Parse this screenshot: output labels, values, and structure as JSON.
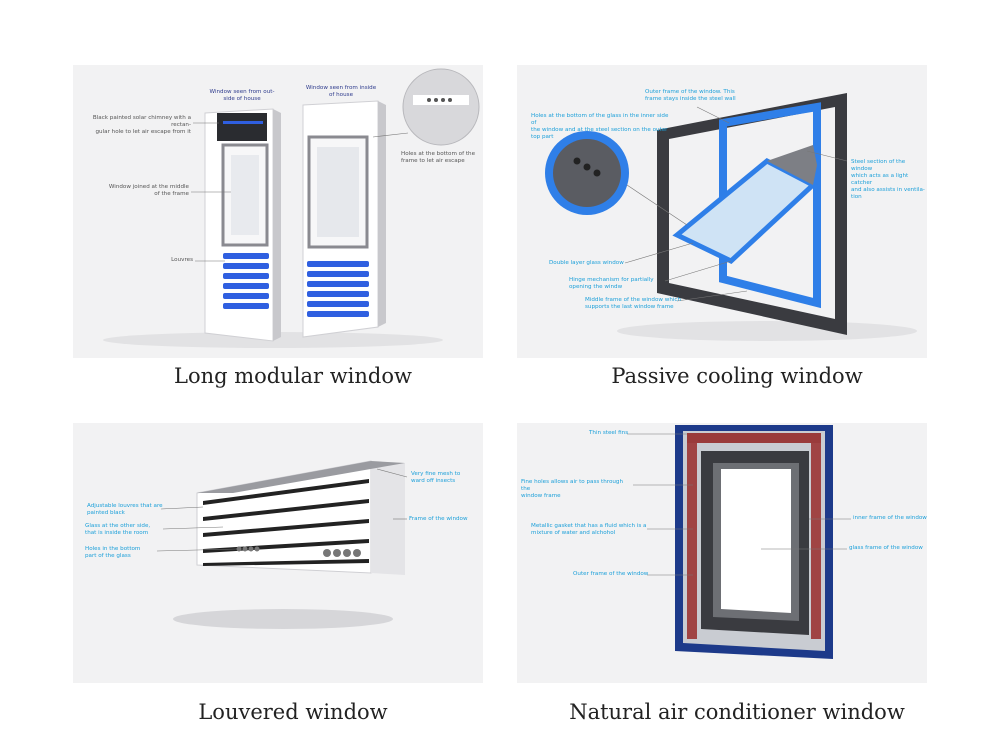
{
  "panels": {
    "long": {
      "caption": "Long modular window",
      "label_outside_1": "Window seen from out-",
      "label_outside_2": "side of house",
      "label_inside_1": "Window seen from inside",
      "label_inside_2": "of house",
      "label_chimney_1": "Black painted solar chimney with a rectan-",
      "label_chimney_2": "gular hole to let air escape from it",
      "label_joined_1": "Window joined at the middle",
      "label_joined_2": "of the frame",
      "label_louvres": "Louvres",
      "label_holes_1": "Holes at the bottom of the",
      "label_holes_2": "frame to let air escape"
    },
    "passive": {
      "caption": "Passive cooling window",
      "label_outer_1": "Outer frame of the window. This",
      "label_outer_2": "frame stays inside the steel wall",
      "label_holes_1": "Holes at the bottom of the glass in the inner side of",
      "label_holes_2": "the window and at the steel section on the outer",
      "label_holes_3": "top part",
      "label_steel_1": "Steel section of the window",
      "label_steel_2": "which acts as a light catcher",
      "label_steel_3": "and also assists in ventila-",
      "label_steel_4": "tion",
      "label_double": "Double layer glass window",
      "label_hinge_1": "Hinge mechanism for partially",
      "label_hinge_2": "opening the windw",
      "label_middle_1": "Middle frame of the window which",
      "label_middle_2": "supports the last window frame"
    },
    "louvered": {
      "caption": "Louvered window",
      "label_adjustable_1": "Adjustable louvres that are",
      "label_adjustable_2": "painted black",
      "label_glass_1": "Glass at the other side,",
      "label_glass_2": "that is inside the room",
      "label_holes_1": "Holes in the bottom",
      "label_holes_2": "part of the glass",
      "label_mesh_1": "Very fine mesh to",
      "label_mesh_2": "ward off insects",
      "label_frame": "Frame of the window"
    },
    "natural": {
      "caption": "Natural air conditioner window",
      "label_fins": "Thin steel fins",
      "label_fine_1": "Fine holes allows air to pass through the",
      "label_fine_2": "window frame",
      "label_gasket_1": "Metallic gasket that has a fluid which is a",
      "label_gasket_2": "mixture of water and alchohol",
      "label_outer": "Outer frame of the window",
      "label_inner": "inner frame of the window",
      "label_glass": "glass frame of the window"
    }
  },
  "colors": {
    "accent_blue": "#2f5fe0",
    "label_navy": "#2d3a8c",
    "label_cyan": "#1a9fd9",
    "frame_dark": "#3a3b40",
    "panel_bg": "#f2f2f3"
  }
}
